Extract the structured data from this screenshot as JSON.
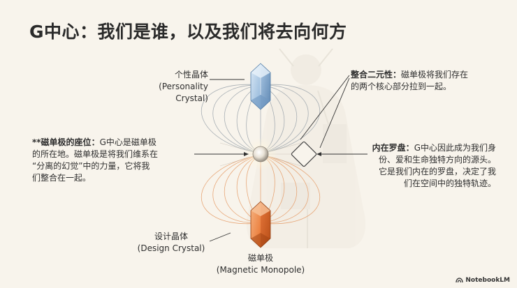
{
  "title": "G中心：我们是谁，以及我们将去向何方",
  "labels": {
    "personality_crystal_cn": "个性晶体",
    "personality_crystal_en": "(Personality Crystal)",
    "design_crystal_cn": "设计晶体",
    "design_crystal_en": "(Design Crystal)",
    "monopole_cn": "磁单极",
    "monopole_en": "(Magnetic Monopole)"
  },
  "callouts": {
    "seat": {
      "heading": "**磁单极的座位",
      "colon": "：",
      "line1_rest": "G中心是磁单极",
      "line2": "的所在地。磁单极是将我们维系在",
      "line3": "“分离的幻觉”中的力量，它将我",
      "line4": "们整合在一起。"
    },
    "duality": {
      "heading": "整合二元性",
      "colon": "：",
      "line1_rest": "磁单极将我们存在",
      "line2": "的两个核心部分拉到一起。"
    },
    "compass": {
      "heading": "内在罗盘",
      "colon": "：",
      "line1_rest": "G中心因此成为我们身",
      "line2": "份、爱和生命独特方向的源头。",
      "line3": "它是我们内在的罗盘，决定了我",
      "line4": "们在空间中的独特轨迹。"
    }
  },
  "brand": "NotebookLM",
  "colors": {
    "background": "#f8f4ec",
    "crystal_blue": "#8fb4d8",
    "crystal_orange": "#e8732e",
    "field_gray": "#9aa3ab",
    "field_orange": "#e59a64"
  }
}
